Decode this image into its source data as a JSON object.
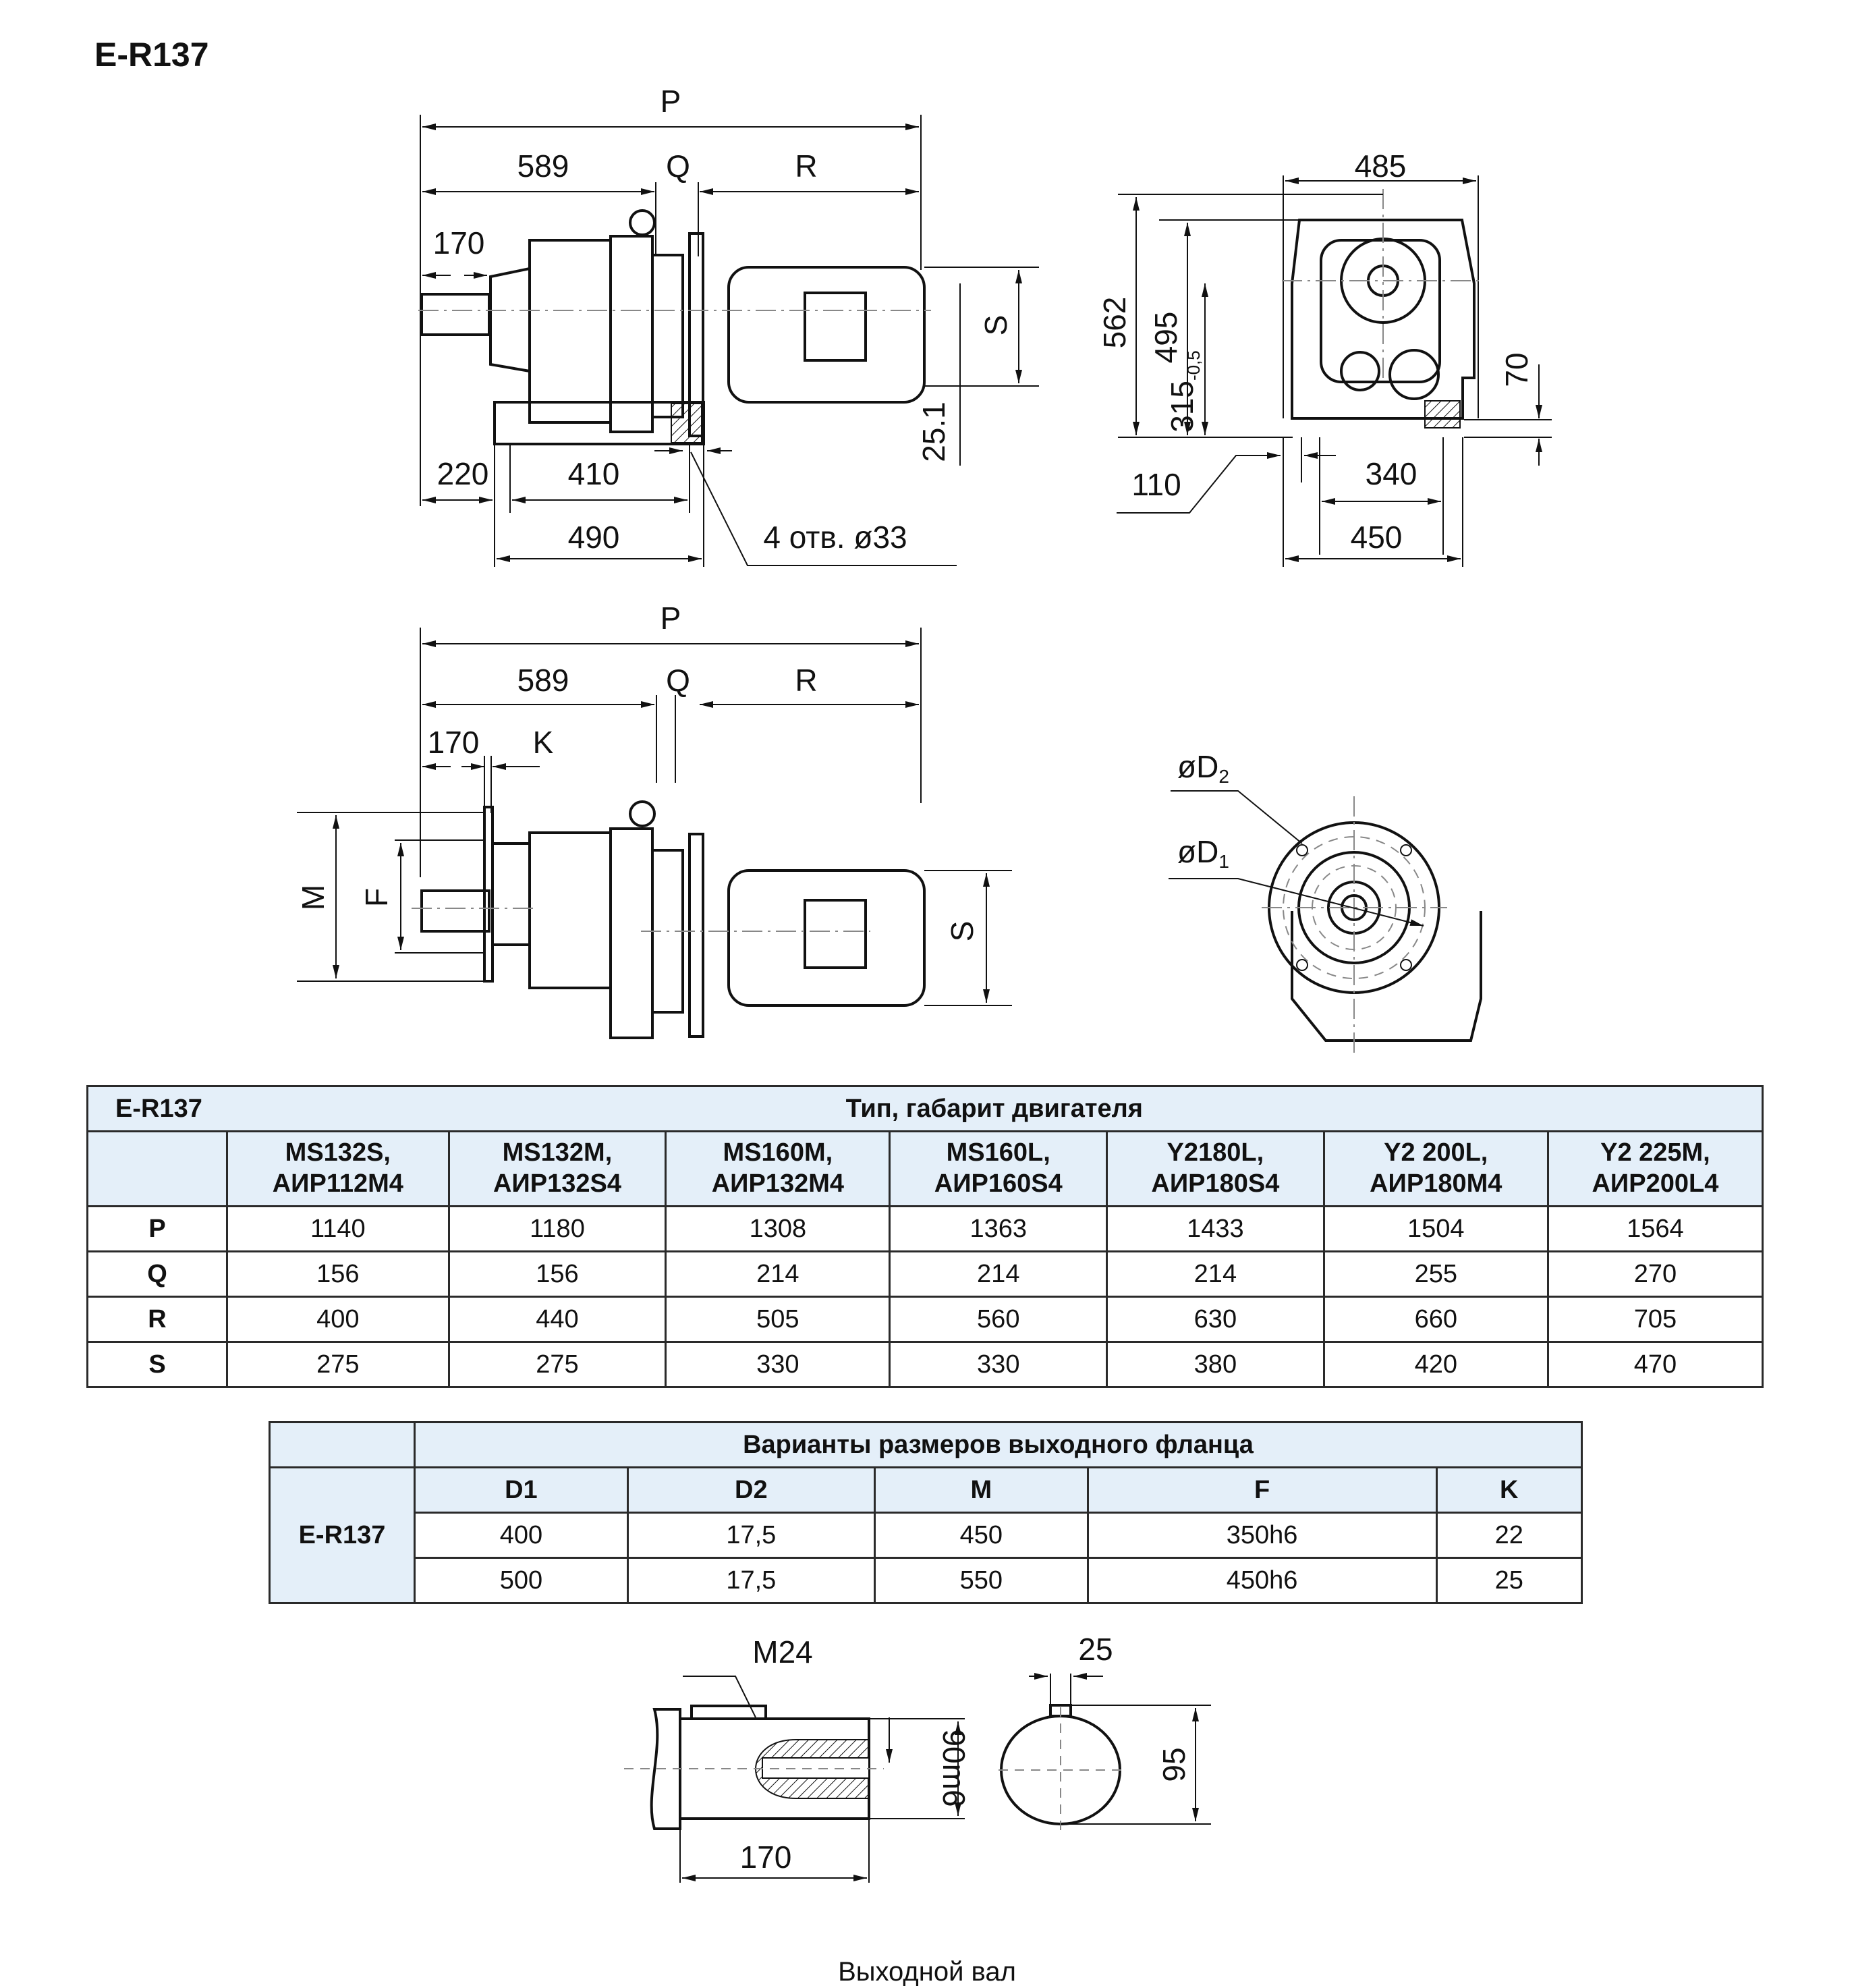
{
  "page_title": "E-R137",
  "drawings": {
    "side_view_foot": {
      "dims": {
        "P": "P",
        "left_589": "589",
        "Q": "Q",
        "R": "R",
        "shaft_170": "170",
        "S": "S",
        "d_25_1": "25.1",
        "d_220": "220",
        "d_410": "410",
        "d_490": "490",
        "holes": "4 отв. ø33"
      }
    },
    "front_view_foot": {
      "dims": {
        "d_485": "485",
        "d_562": "562",
        "d_495": "495",
        "d_315": "315",
        "d_315_tol": "-0,5",
        "d_70": "70",
        "d_110": "110",
        "d_340": "340",
        "d_450": "450"
      }
    },
    "side_view_flange": {
      "dims": {
        "P": "P",
        "left_589": "589",
        "Q": "Q",
        "R": "R",
        "shaft_170": "170",
        "K": "K",
        "M": "M",
        "F": "F",
        "S": "S"
      }
    },
    "front_view_flange": {
      "dims": {
        "D2_prefix": "øD",
        "D2_sub": "2",
        "D1_prefix": "øD",
        "D1_sub": "1"
      }
    },
    "output_shaft": {
      "dims": {
        "thread": "M24",
        "d_90m6": "90m6",
        "d_170": "170",
        "key_25": "25",
        "d_95": "95"
      },
      "caption": "Выходной вал"
    }
  },
  "motor_table": {
    "model": "E-R137",
    "group_header": "Тип, габарит двигателя",
    "columns": [
      {
        "line1": "MS132S,",
        "line2": "АИР112М4"
      },
      {
        "line1": "MS132M,",
        "line2": "АИР132S4"
      },
      {
        "line1": "MS160M,",
        "line2": "АИР132М4"
      },
      {
        "line1": "MS160L,",
        "line2": "АИР160S4"
      },
      {
        "line1": "Y2180L,",
        "line2": "АИР180S4"
      },
      {
        "line1": "Y2 200L,",
        "line2": "АИР180М4"
      },
      {
        "line1": "Y2 225M,",
        "line2": "АИР200L4"
      }
    ],
    "rows": [
      {
        "label": "P",
        "values": [
          "1140",
          "1180",
          "1308",
          "1363",
          "1433",
          "1504",
          "1564"
        ]
      },
      {
        "label": "Q",
        "values": [
          "156",
          "156",
          "214",
          "214",
          "214",
          "255",
          "270"
        ]
      },
      {
        "label": "R",
        "values": [
          "400",
          "440",
          "505",
          "560",
          "630",
          "660",
          "705"
        ]
      },
      {
        "label": "S",
        "values": [
          "275",
          "275",
          "330",
          "330",
          "380",
          "420",
          "470"
        ]
      }
    ]
  },
  "flange_table": {
    "model": "E-R137",
    "group_header": "Варианты размеров выходного фланца",
    "columns": [
      "D1",
      "D2",
      "M",
      "F",
      "K"
    ],
    "rows": [
      [
        "400",
        "17,5",
        "450",
        "350h6",
        "22"
      ],
      [
        "500",
        "17,5",
        "550",
        "450h6",
        "25"
      ]
    ]
  },
  "colors": {
    "header_bg": "#e4eff9",
    "line": "#111111",
    "centerline": "#888888"
  }
}
